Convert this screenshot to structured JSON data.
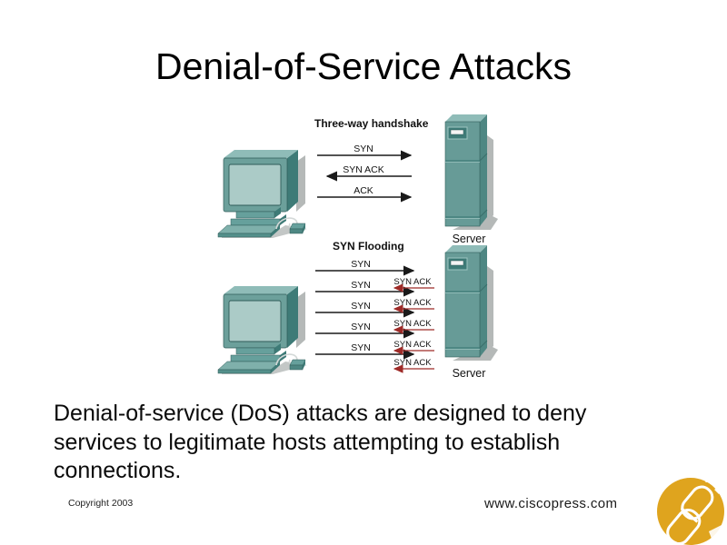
{
  "slide": {
    "title": "Denial-of-Service Attacks",
    "body_text": "Denial-of-service (DoS) attacks are designed to deny services to legitimate hosts attempting to establish connections.",
    "copyright": "Copyright 2003",
    "website": "www.ciscopress.com"
  },
  "handshake_diagram": {
    "title": "Three-way handshake",
    "server_label": "Server",
    "arrows": [
      {
        "label": "SYN",
        "direction": "right"
      },
      {
        "label": "SYN ACK",
        "direction": "left"
      },
      {
        "label": "ACK",
        "direction": "right"
      }
    ]
  },
  "flooding_diagram": {
    "title": "SYN Flooding",
    "server_label": "Server",
    "syn_arrows": [
      {
        "label": "SYN",
        "direction": "right"
      },
      {
        "label": "SYN",
        "direction": "right"
      },
      {
        "label": "SYN",
        "direction": "right"
      },
      {
        "label": "SYN",
        "direction": "right"
      },
      {
        "label": "SYN",
        "direction": "right"
      }
    ],
    "synack_arrows": [
      {
        "label": "SYN ACK",
        "direction": "left"
      },
      {
        "label": "SYN ACK",
        "direction": "left"
      },
      {
        "label": "SYN ACK",
        "direction": "left"
      },
      {
        "label": "SYN ACK",
        "direction": "left"
      },
      {
        "label": "SYN ACK",
        "direction": "left"
      }
    ]
  },
  "icons": {
    "client_computer": "desktop-computer-illustration",
    "server_tower": "server-tower-illustration",
    "logo": "cisco-press-logo"
  },
  "colors": {
    "background": "#ffffff",
    "teal_front": "#679b97",
    "teal_side": "#3e7b77",
    "teal_top": "#8fbcb8",
    "screen": "#abcbc7",
    "shadow_gray": "#b5b9b8",
    "arrow_black": "#1a1a1a",
    "arrow_red": "#9e2b28",
    "logo_gold": "#dfa41e"
  }
}
